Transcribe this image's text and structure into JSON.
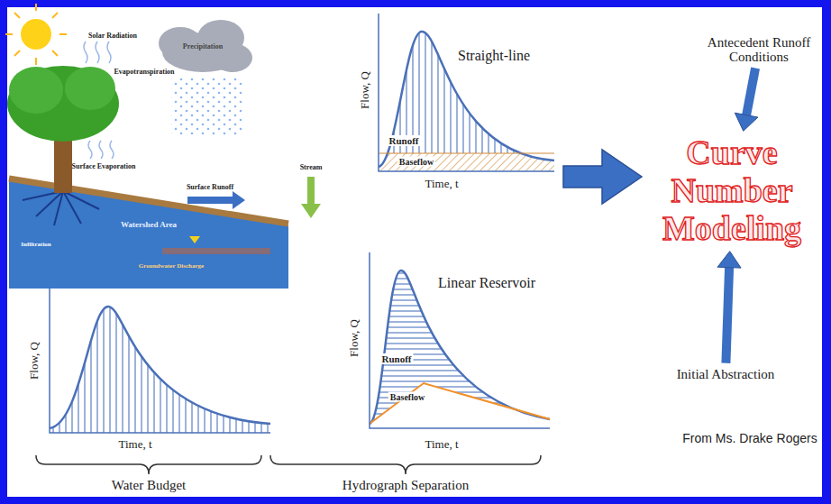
{
  "diagram": {
    "nodes": [
      {
        "text": [
          "Antecedent Runoff Conditions"
        ]
      },
      {
        "text": [
          "Curve Number Modeling"
        ]
      },
      {
        "text": [
          "Initial Abstraction"
        ]
      }
    ],
    "edges": [
      {
        "from": 0,
        "to": 1,
        "arrow": "to"
      },
      {
        "from": 2,
        "to": 1,
        "arrow": "to"
      }
    ],
    "labels": [
      "Solar Radiation",
      "Precipitation",
      "Evapotranspiration",
      "Surface Evaporation",
      "Surface Runoff",
      "Stream",
      "Watershed Area",
      "Infiltration",
      "Groundwater Discharge",
      "Straight-line",
      "Flow, Q",
      "Runoff",
      "Baseflow",
      "Time, t",
      "Flow, Q",
      "Time, t",
      "Water Budget",
      "Linear Reservoir",
      "Runoff",
      "Baseflow",
      "Flow, Q",
      "Time, t",
      "Hydrograph Separation",
      "From Ms. Drake Rogers"
    ]
  }
}
